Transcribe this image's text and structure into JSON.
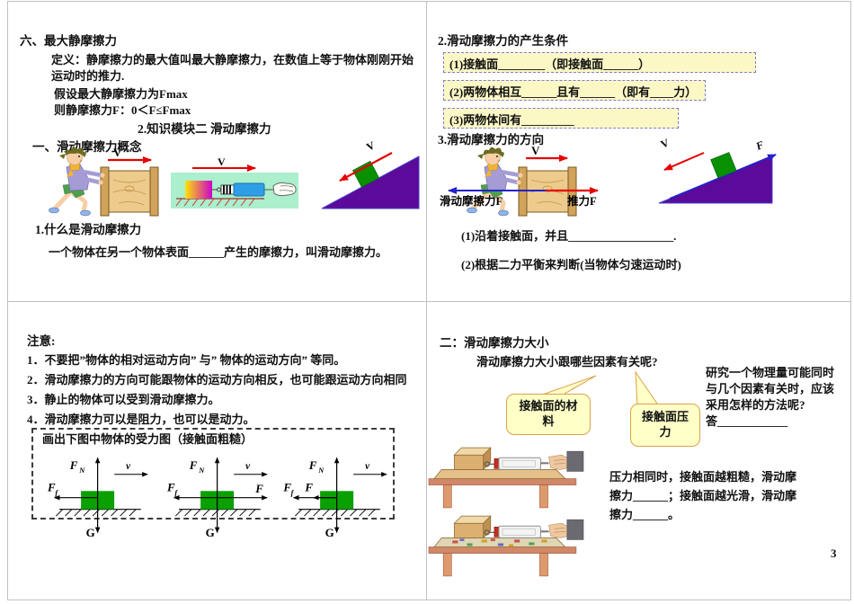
{
  "page_number": "3",
  "slide1": {
    "title": "六、最大静摩擦力",
    "definition_lines": [
      "定义：静摩擦力的最大值叫最大静摩擦力，在数值上等于物体刚刚开始",
      "运动时的推力."
    ],
    "assumption": "假设最大静摩擦力为Fmax",
    "inequality": "则静摩擦力F：0＜F≤Fmax",
    "module_heading": "2.知识模块二 滑动摩擦力",
    "section_heading": "一、滑动摩擦力概念",
    "push_velocity_label": "V",
    "pull_velocity_label": "V",
    "incline_velocity_label": "V",
    "question_title": "1.什么是滑动摩擦力",
    "question_text": "一个物体在另一个物体表面______产生的摩擦力，叫滑动摩擦力。"
  },
  "slide2": {
    "conditions_heading": "2.滑动摩擦力的产生条件",
    "conditions": [
      "(1)接触面________（即接触面______）",
      "(2)两物体相互______且有______（即有____力）",
      "(3)两物体间有_________"
    ],
    "direction_heading": "3.滑动摩擦力的方向",
    "velocity_label": "V",
    "friction_force_label": "滑动摩擦力F",
    "push_force_label": "推力F",
    "incline_velocity_label": "V",
    "incline_force_label": "F",
    "direction_points": [
      "(1)沿着接触面，并且__________________.",
      "(2)根据二力平衡来判断(当物体匀速运动时)"
    ]
  },
  "slide3": {
    "note_title": "注意:",
    "notes": [
      "1．不要把”物体的相对运动方向” 与” 物体的运动方向” 等同。",
      "2．滑动摩擦力的方向可能跟物体的运动方向相反，也可能跟运动方向相同",
      "3．静止的物体可以受到滑动摩擦力。",
      "4．滑动摩擦力可以是阻力，也可以是动力。"
    ],
    "exercise_title": "画出下图中物体的受力图（接触面粗糙）",
    "labels": {
      "normal": "F",
      "normal_sub": "N",
      "friction": "F",
      "friction_sub": "f",
      "velocity": "v",
      "applied": "F",
      "gravity": "G"
    }
  },
  "slide4": {
    "heading": "二：滑动摩擦力大小",
    "question": "滑动摩擦力大小跟哪些因素有关呢?",
    "callout_material": "接触面的材料",
    "callout_pressure": "接触面压力",
    "method_lines": [
      "研究一个物理量可能同时",
      "与几个因素有关时，应该",
      "采用怎样的方法呢?",
      "答____________"
    ],
    "conclusion_lines": [
      "压力相同时，接触面越粗糙，滑动摩",
      "擦力______；接触面越光滑，滑动摩",
      "擦力______。"
    ]
  }
}
